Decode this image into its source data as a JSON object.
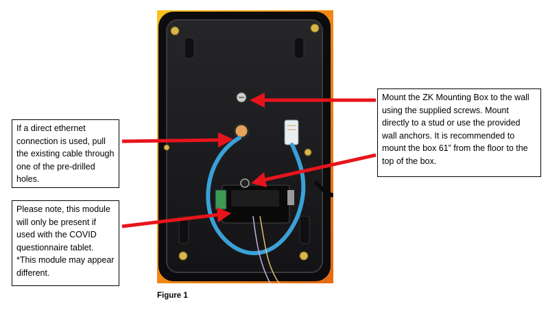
{
  "callouts": {
    "ethernet": "If a direct ethernet connection is used, pull the existing cable through one of the pre-drilled holes.",
    "module": "Please note, this module will only be present if used with the COVID questionnaire tablet.  *This module may appear different.",
    "mounting": "Mount the ZK Mounting Box to the wall using the supplied screws.  Mount directly to a stud or use the provided wall anchors.  It is recommended to mount the box 61” from the floor to the top of the box."
  },
  "caption": "Figure 1",
  "colors": {
    "arrow": "#e8141c",
    "background_orange": "#f07a12",
    "box": "#1b1b1d",
    "cable": "#3aa0d8"
  }
}
